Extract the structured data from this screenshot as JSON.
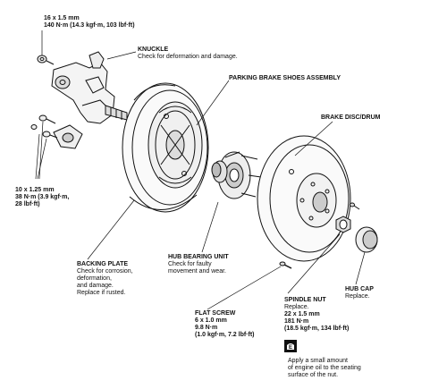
{
  "labels": {
    "knuckle_bolt": {
      "lines": [
        "16 x 1.5 mm",
        "140 N·m (14.3 kgf·m, 103 lbf·ft)"
      ]
    },
    "knuckle": {
      "title": "KNUCKLE",
      "desc": "Check for deformation and damage."
    },
    "parking_brake": {
      "title": "PARKING BRAKE SHOES ASSEMBLY"
    },
    "brake_disc": {
      "title": "BRAKE DISC/DRUM"
    },
    "plate_bolt": {
      "lines": [
        "10 x 1.25 mm",
        "38 N·m (3.9 kgf·m,",
        "28 lbf·ft)"
      ]
    },
    "backing_plate": {
      "title": "BACKING PLATE",
      "desc": [
        "Check for corrosion,",
        "deformation,",
        "and damage.",
        "Replace if rusted."
      ]
    },
    "hub_bearing": {
      "title": "HUB BEARING UNIT",
      "desc": [
        "Check for faulty",
        "movement and wear."
      ]
    },
    "hub_cap": {
      "title": "HUB CAP",
      "desc": "Replace."
    },
    "spindle_nut": {
      "title": "SPINDLE NUT",
      "desc": "Replace.",
      "specs": [
        "22 x 1.5 mm",
        "181 N·m",
        "(18.5 kgf·m, 134 lbf·ft)"
      ]
    },
    "flat_screw": {
      "title": "FLAT SCREW",
      "specs": [
        "6 x 1.0 mm",
        "9.8 N·m",
        "(1.0 kgf·m, 7.2 lbf·ft)"
      ]
    },
    "oil_note": {
      "lines": [
        "Apply a small amount",
        "of engine oil to the seating",
        "surface of the nut."
      ]
    }
  },
  "icons": {
    "oil": "oil-can-icon"
  }
}
